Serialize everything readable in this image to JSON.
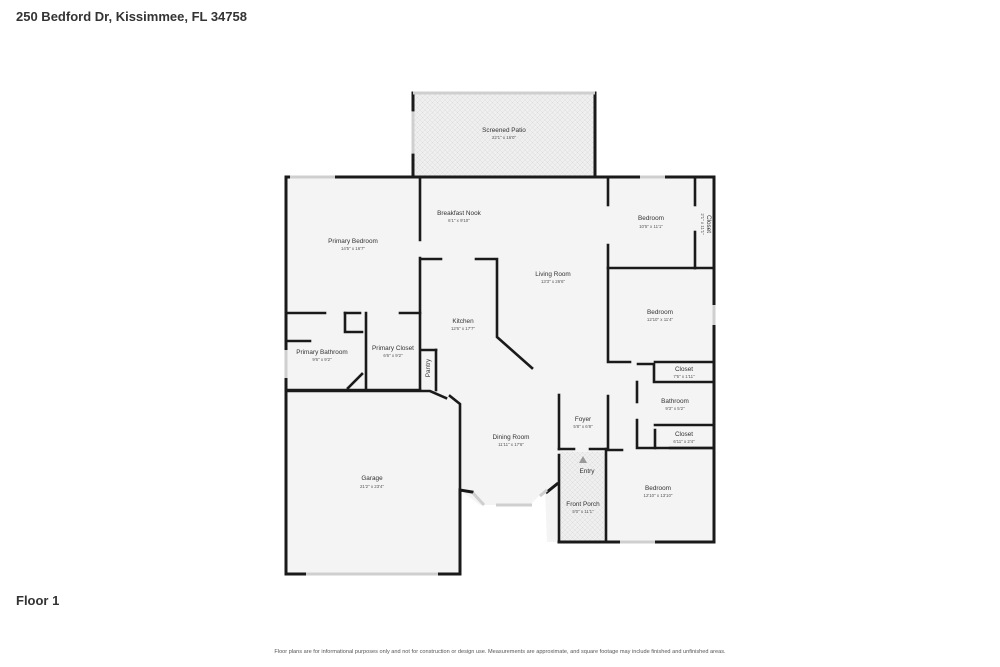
{
  "header": {
    "address": "250 Bedford Dr, Kissimmee, FL 34758"
  },
  "floor_label": "Floor 1",
  "disclaimer": "Floor plans are for informational purposes only and not for construction or design use. Measurements are approximate, and square footage may include finished and unfinished areas.",
  "rooms": {
    "screened_patio": {
      "name": "Screened Patio",
      "dim": "22'1\" x 16'0\""
    },
    "breakfast_nook": {
      "name": "Breakfast Nook",
      "dim": "6'1\" x 9'10\""
    },
    "primary_bedroom": {
      "name": "Primary Bedroom",
      "dim": "14'5\" x 16'7\""
    },
    "bedroom_1": {
      "name": "Bedroom",
      "dim": "10'5\" x 11'1\""
    },
    "closet_1": {
      "name": "Closet",
      "dim": "2'1\" x 11'1\""
    },
    "living_room": {
      "name": "Living Room",
      "dim": "13'3\" x 26'6\""
    },
    "bedroom_2": {
      "name": "Bedroom",
      "dim": "12'10\" x 11'4\""
    },
    "kitchen": {
      "name": "Kitchen",
      "dim": "12'6\" x 17'7\""
    },
    "primary_bathroom": {
      "name": "Primary Bathroom",
      "dim": "9'6\" x 9'2\""
    },
    "primary_closet": {
      "name": "Primary Closet",
      "dim": "6'6\" x 9'2\""
    },
    "pantry": {
      "name": "Pantry"
    },
    "closet_2": {
      "name": "Closet",
      "dim": "7'5\" x 1'11\""
    },
    "bathroom": {
      "name": "Bathroom",
      "dim": "9'3\" x 5'2\""
    },
    "foyer": {
      "name": "Foyer",
      "dim": "5'8\" x 6'8\""
    },
    "closet_3": {
      "name": "Closet",
      "dim": "6'11\" x 2'4\""
    },
    "dining_room": {
      "name": "Dining Room",
      "dim": "11'11\" x 17'6\""
    },
    "entry": {
      "name": "Entry"
    },
    "garage": {
      "name": "Garage",
      "dim": "21'2\" x 23'4\""
    },
    "front_porch": {
      "name": "Front Porch",
      "dim": "5'0\" x 11'1\""
    },
    "bedroom_3": {
      "name": "Bedroom",
      "dim": "12'10\" x 13'10\""
    }
  },
  "colors": {
    "wall": "#1a1a1a",
    "floor": "#f4f4f4",
    "window": "#cfcfcf",
    "patio": "#e9e9e9"
  }
}
